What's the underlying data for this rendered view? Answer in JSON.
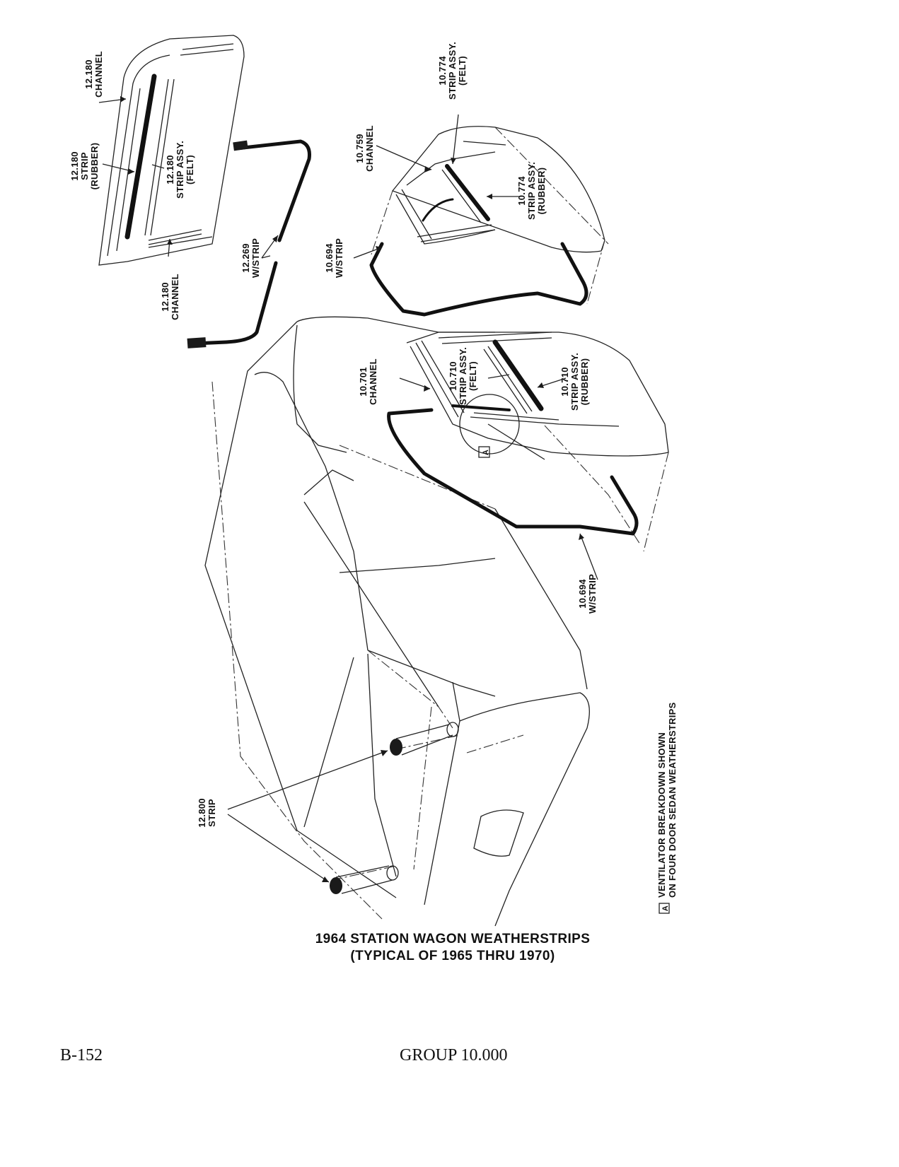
{
  "labels": {
    "l1": [
      "12.180",
      "CHANNEL"
    ],
    "l2": [
      "12.180",
      "STRIP",
      "(RUBBER)"
    ],
    "l3": [
      "12.180",
      "STRIP ASSY.",
      "(FELT)"
    ],
    "l4": [
      "12.180",
      "CHANNEL"
    ],
    "l5": [
      "12.269",
      "W/STRIP"
    ],
    "l6": [
      "10.774",
      "STRIP ASSY.",
      "(FELT)"
    ],
    "l7": [
      "10.759",
      "CHANNEL"
    ],
    "l8": [
      "10.774",
      "STRIP ASSY.",
      "(RUBBER)"
    ],
    "l9": [
      "10.694",
      "W/STRIP"
    ],
    "l10": [
      "10.701",
      "CHANNEL"
    ],
    "l11": [
      "10.710",
      "STRIP ASSY.",
      "(FELT)"
    ],
    "l12": [
      "10.710",
      "STRIP ASSY.",
      "(RUBBER)"
    ],
    "l13": [
      "10.694",
      "W/STRIP"
    ],
    "l14": [
      "12.800",
      "STRIP"
    ]
  },
  "callout_marker": "A",
  "legend": {
    "marker": "A",
    "lines": [
      "VENTILATOR BREAKDOWN SHOWN",
      "ON FOUR DOOR SEDAN WEATHERSTRIPS"
    ]
  },
  "caption": {
    "line1": "1964 STATION WAGON WEATHERSTRIPS",
    "line2": "(TYPICAL OF 1965 THRU 1970)"
  },
  "footer": {
    "page_number": "B-152",
    "group": "GROUP 10.000"
  }
}
